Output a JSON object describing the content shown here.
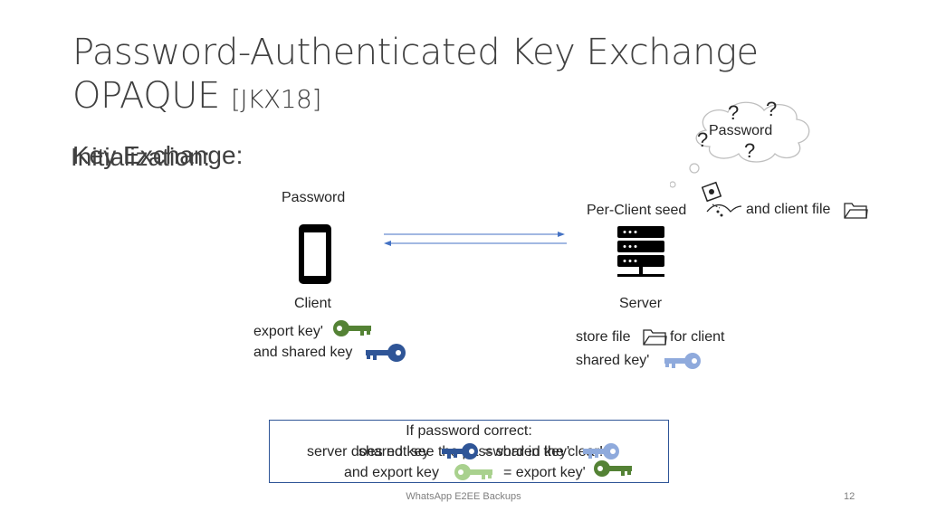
{
  "slide": {
    "title_line1": "Password-Authenticated Key Exchange",
    "title_line2": "OPAQUE",
    "citation": "[JKX18]",
    "subheading_a": "Key Exchange:",
    "subheading_b": "Initialization:"
  },
  "cloud": {
    "label": "Password",
    "marks": [
      "?",
      "?",
      "?",
      "?"
    ]
  },
  "client": {
    "top_label": "Password",
    "label": "Client",
    "export_key_text": "export key'",
    "shared_key_text": "and shared key"
  },
  "server": {
    "seed_label": "Per-Client seed",
    "client_file_label": "and client file",
    "label": "Server",
    "store_file_text": "store file",
    "for_client_text": "for client",
    "shared_key_text": "shared key'"
  },
  "result_box": {
    "line1": "If password correct:",
    "line2a": "server does not see the password in the clear!",
    "line2b": "shared key",
    "line2c": "= shared key'",
    "line3a": "and export key",
    "line3b": "= export key'"
  },
  "footer": {
    "center": "WhatsApp E2EE Backups",
    "page": "12"
  },
  "colors": {
    "blue_key": "#2f5597",
    "light_blue_key": "#8faadc",
    "green_key": "#548235",
    "light_green_key": "#a9d18e",
    "arrow": "#4472c4"
  }
}
